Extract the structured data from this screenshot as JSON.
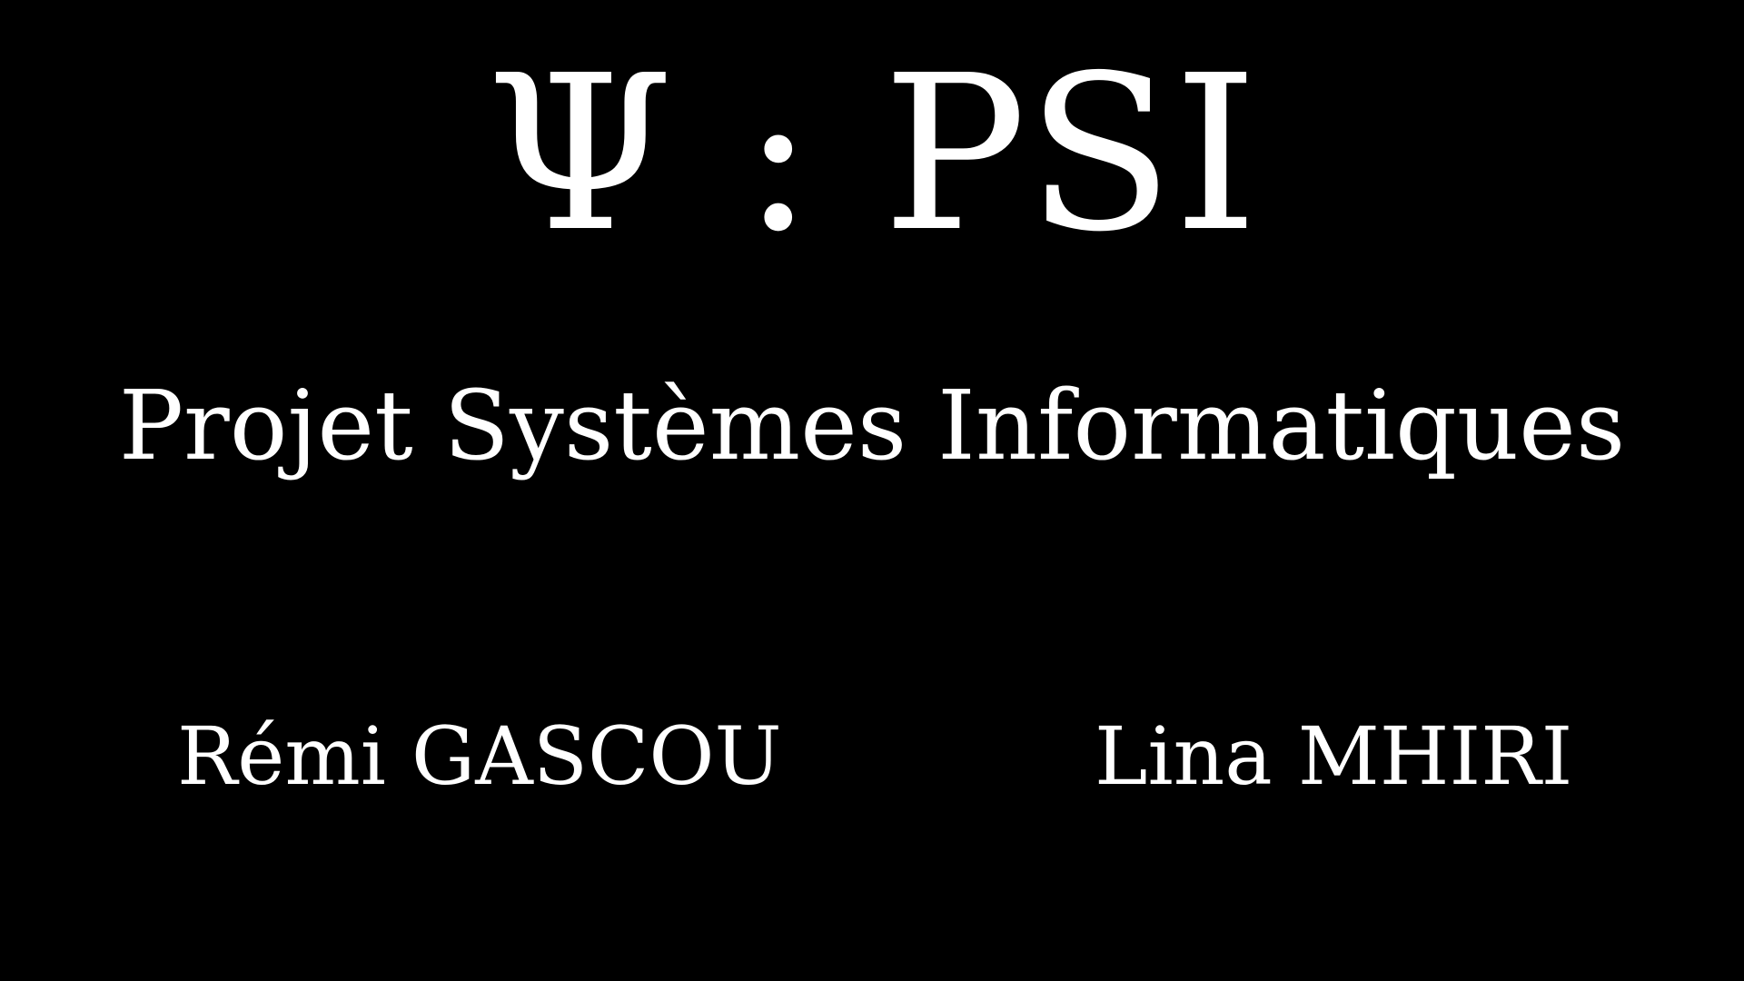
{
  "slide": {
    "background_color": "#000000",
    "text_color": "#ffffff",
    "title": "Ψ : PSI",
    "subtitle": "Projet Systèmes Informatiques",
    "authors": [
      "Rémi GASCOU",
      "Lina MHIRI"
    ]
  }
}
